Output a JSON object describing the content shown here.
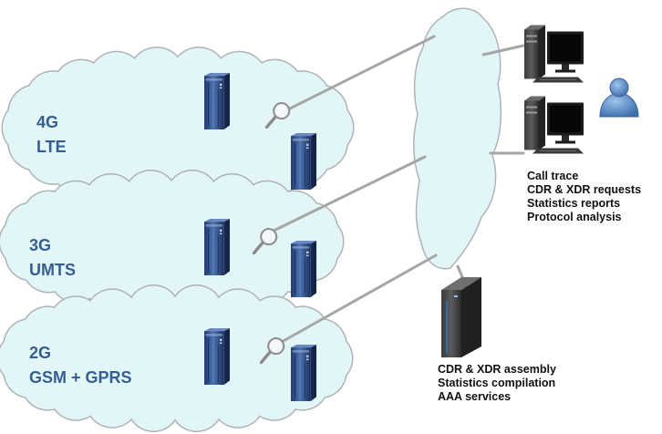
{
  "networks": [
    {
      "line1": "4G",
      "line2": "LTE"
    },
    {
      "line1": "3G",
      "line2": "UMTS"
    },
    {
      "line1": "2G",
      "line2": "GSM + GPRS"
    }
  ],
  "client_functions": [
    "Call trace",
    "CDR & XDR requests",
    "Statistics reports",
    "Protocol analysis"
  ],
  "server_functions": [
    "CDR & XDR assembly",
    "Statistics compilation",
    "AAA services"
  ],
  "colors": {
    "cloud_fill": "#e3f6f7",
    "cloud_stroke": "#aeb3b6",
    "network_label": "#365f91",
    "server_blue": "#2e4f8c",
    "link_line": "#a6a6a6",
    "user_icon": "#4f81bd"
  }
}
